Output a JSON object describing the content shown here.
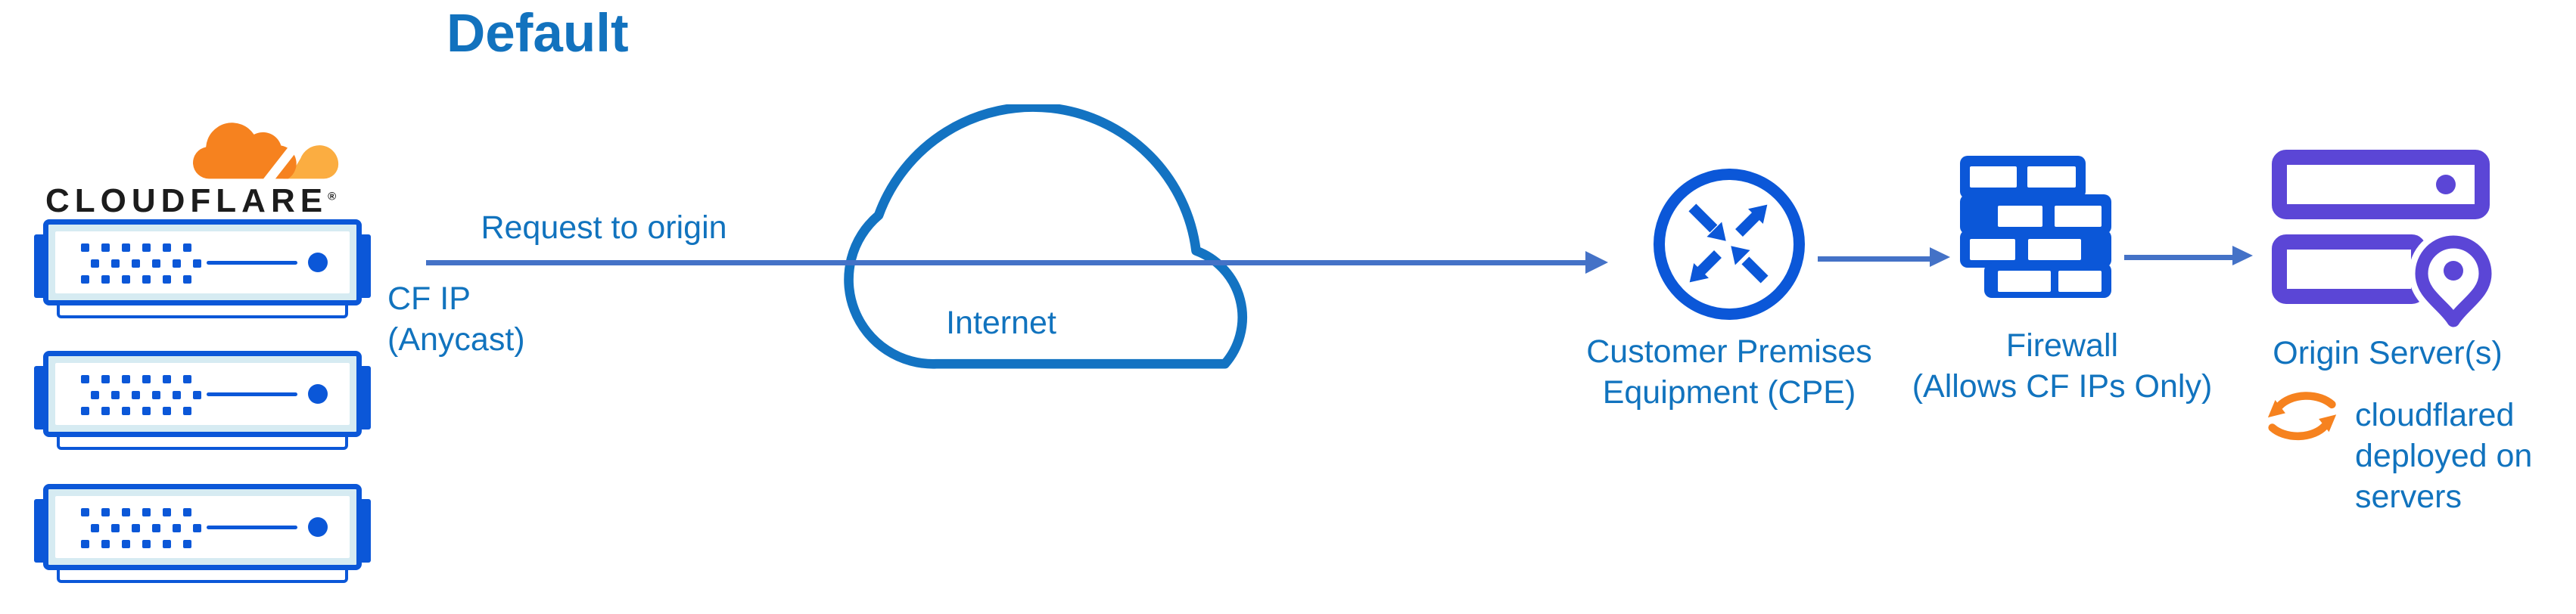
{
  "header": {
    "title": "Default"
  },
  "logo": {
    "wordmark": "CLOUDFLARE",
    "registered": "®"
  },
  "edge": {
    "request_label": "Request to origin",
    "cf_ip_label": "CF IP\n(Anycast)"
  },
  "internet": {
    "label": "Internet"
  },
  "cpe": {
    "label": "Customer Premises\nEquipment (CPE)"
  },
  "firewall": {
    "label": "Firewall\n(Allows CF IPs Only)"
  },
  "origin": {
    "label": "Origin Server(s)",
    "cloudflared_note": "cloudflared deployed on servers"
  },
  "colors": {
    "text_blue": "#1173BE",
    "line_blue": "#4472C7",
    "icon_blue": "#0B57D8",
    "origin_purple": "#5B46D6",
    "cloudflare_orange": "#F6821F",
    "cloudflare_light_orange": "#FBAD41"
  }
}
